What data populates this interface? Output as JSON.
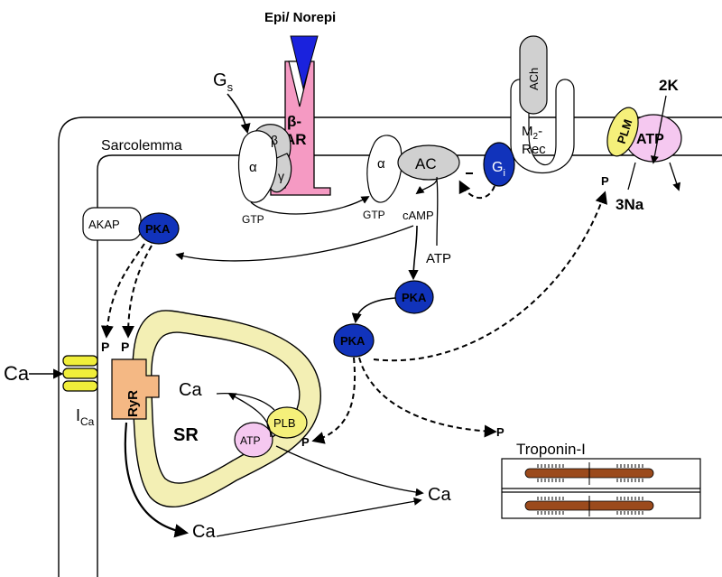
{
  "labels": {
    "ligand": "Epi/ Norepi",
    "gs": "G",
    "gs_sub": "s",
    "beta_ar_line1": "β-",
    "beta_ar_line2": "AR",
    "alpha": "α",
    "beta": "β",
    "gamma": "γ",
    "gtp": "GTP",
    "alpha2": "α",
    "gtp2": "GTP",
    "ac": "AC",
    "camp": "cAMP",
    "atp_substrate": "ATP",
    "gi": "G",
    "gi_sub": "i",
    "ach": "ACh",
    "m2_line1a": "M",
    "m2_sub": "2",
    "m2_line1b": "-",
    "m2_line2": "Rec",
    "sarcolemma": "Sarcolemma",
    "akap": "AKAP",
    "pka_anchored": "PKA",
    "pka_mid": "PKA",
    "pka_free": "PKA",
    "plm": "PLM",
    "nak_atp": "ATP",
    "two_k": "2K",
    "three_na": "3Na",
    "p_plm": "P",
    "p_ical": "P",
    "p_ryr": "P",
    "p_plb": "P",
    "p_tni": "P",
    "ca_out": "Ca",
    "ica_i": "I",
    "ica_sub": "Ca",
    "ryr": "RyR",
    "sr": "SR",
    "ca_release": "Ca",
    "serca_atp": "ATP",
    "plb": "PLB",
    "ca_cyto": "Ca",
    "ca_bottom": "Ca",
    "troponin": "Troponin-I"
  },
  "colors": {
    "pka": "#1133bb",
    "pka_dark": "#0b1e7a",
    "beta_ar": "#f59ac3",
    "ligand": "#1a22dd",
    "plm": "#f5f07a",
    "atpase": "#f5c8f0",
    "ryr": "#f4b884",
    "sr": "#fbf8c4",
    "ltype": "#f0ee3a",
    "filament": "#9b4a1c",
    "protein_grey": "#d0d0d0"
  }
}
